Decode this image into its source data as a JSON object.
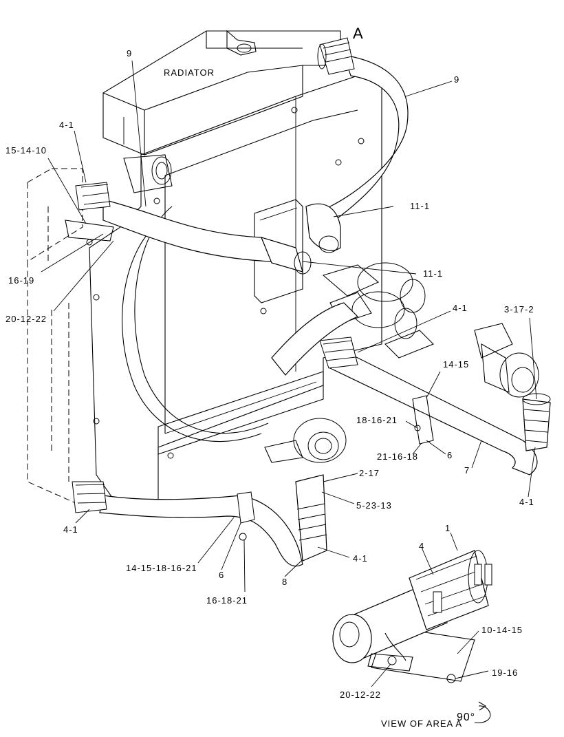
{
  "diagram": {
    "view_title": "A",
    "component_label": "RADIATOR",
    "view_caption": "VIEW OF AREA A",
    "rotation_label": "90°",
    "callouts": [
      "9",
      "9",
      "4-1",
      "15-14-10",
      "16-19",
      "20-12-22",
      "11-1",
      "11-1",
      "4-1",
      "3-17-2",
      "14-15",
      "18-16-21",
      "21-16-18",
      "6",
      "7",
      "4-1",
      "2-17",
      "5-23-13",
      "4-1",
      "14-15-18-16-21",
      "6",
      "16-18-21",
      "8",
      "4-1",
      "1",
      "4",
      "10-14-15",
      "19-16",
      "20-12-22"
    ]
  }
}
